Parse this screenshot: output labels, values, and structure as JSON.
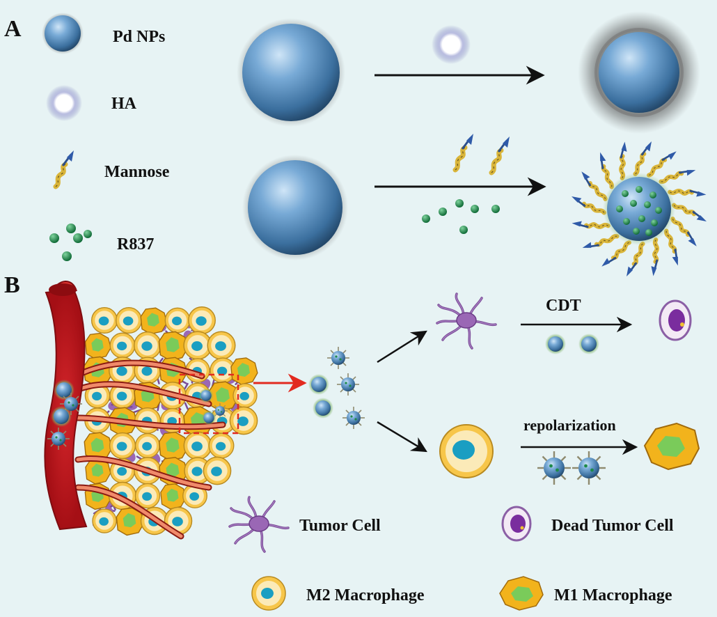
{
  "panel_a": {
    "label": "A",
    "legend": [
      {
        "name": "pd-nps",
        "text": "Pd NPs"
      },
      {
        "name": "ha",
        "text": "HA"
      },
      {
        "name": "mannose",
        "text": "Mannose"
      },
      {
        "name": "r837",
        "text": "R837"
      }
    ]
  },
  "panel_b": {
    "label": "B",
    "path_top_label": "CDT",
    "path_bottom_label": "repolarization",
    "legend": [
      {
        "name": "tumor-cell",
        "text": "Tumor Cell"
      },
      {
        "name": "dead-tumor-cell",
        "text": "Dead Tumor Cell"
      },
      {
        "name": "m2-macrophage",
        "text": "M2 Macrophage"
      },
      {
        "name": "m1-macrophage",
        "text": "M1 Macrophage"
      }
    ]
  },
  "colors": {
    "background": "#e7f3f4",
    "nanoparticle": "#4f86b8",
    "vessel": "#c0161b",
    "r837": "#1e8a4a",
    "tumor_cell": "#8e5aa8",
    "m2_cell": "#f5c244",
    "m1_cell": "#f2b31c",
    "arrow_red": "#e22a1f"
  }
}
